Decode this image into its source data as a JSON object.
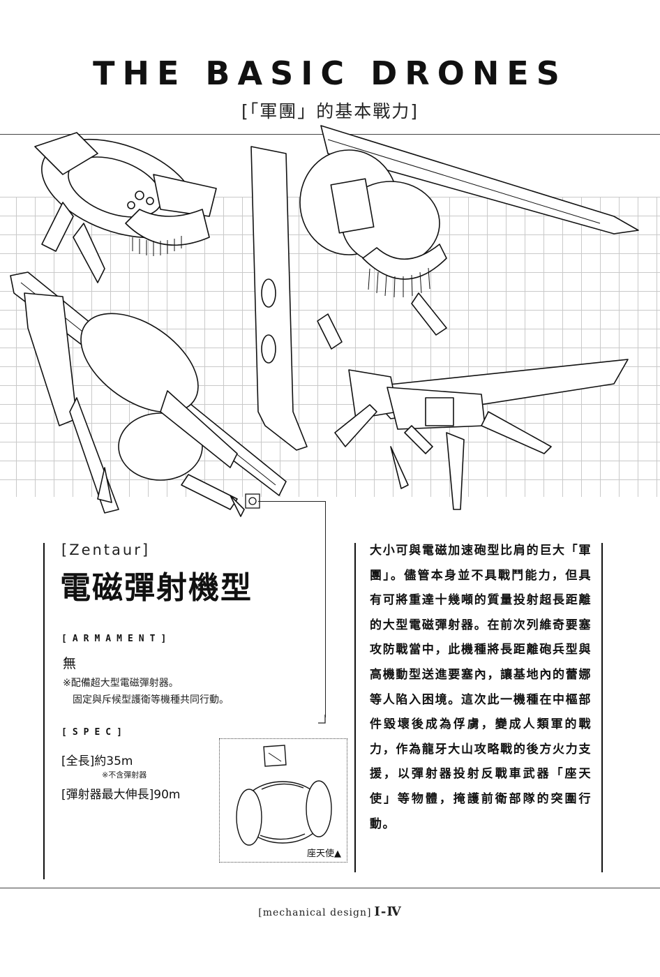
{
  "header": {
    "title": "THE BASIC DRONES",
    "subtitle": "[「軍團」的基本戰力]"
  },
  "illustration": {
    "icon": "drone-illustration",
    "inset_icon": "shell-illustration"
  },
  "spec_panel": {
    "code": "[Zentaur]",
    "name": "電磁彈射機型",
    "armament_label": "[ARMAMENT]",
    "armament_value": "無",
    "armament_note_1": "※配備超大型電磁彈射器。",
    "armament_note_2": "固定與斥候型護衛等機種共同行動。",
    "spec_label": "[SPEC]",
    "length": "[全長]約35m",
    "length_note": "※不含彈射器",
    "extension": "[彈射器最大伸長]90m",
    "inset_caption": "座天使▲"
  },
  "description": {
    "text": "大小可與電磁加速砲型比肩的巨大「軍團」。儘管本身並不具戰鬥能力，但具有可將重達十幾噸的質量投射超長距離的大型電磁彈射器。在前次列維奇要塞攻防戰當中，此機種將長距離砲兵型與高機動型送進要塞內，讓基地內的蕾娜等人陷入困境。這次此一機種在中樞部件毀壞後成為俘虜，變成人類軍的戰力，作為龍牙大山攻略戰的後方火力支援，以彈射器投射反戰車武器「座天使」等物體，掩護前衛部隊的突圍行動。"
  },
  "footer": {
    "label": "[mechanical design]",
    "page": "I-Ⅳ"
  }
}
